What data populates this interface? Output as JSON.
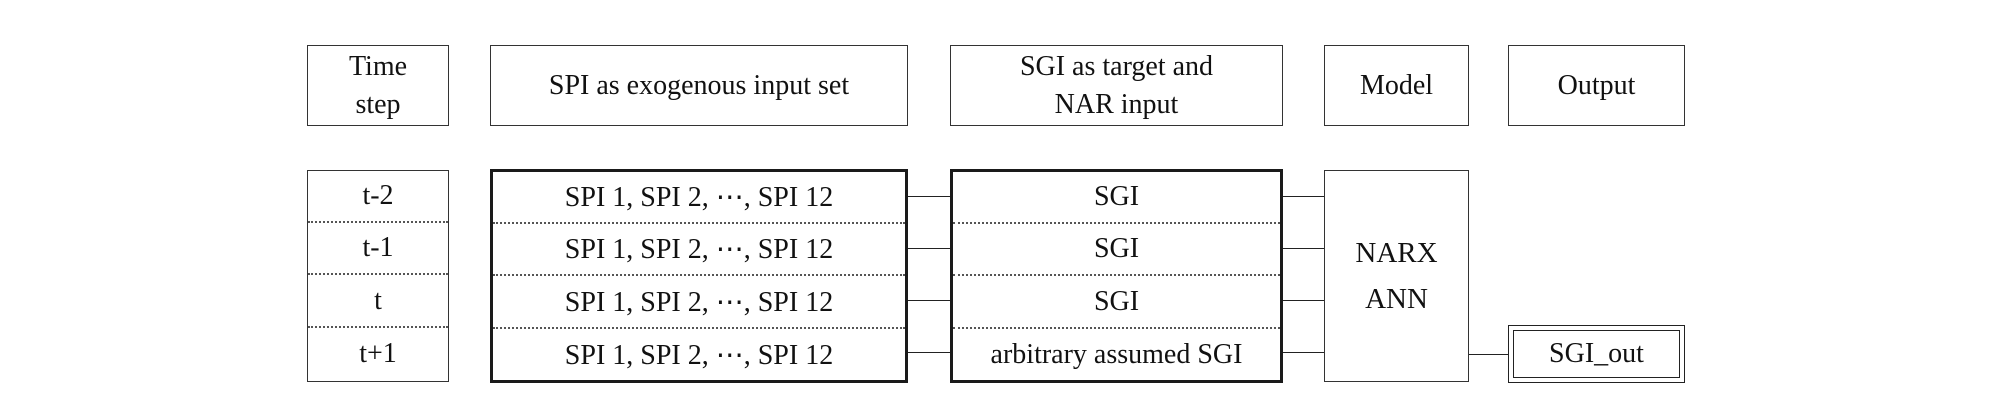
{
  "headers": {
    "time_step": [
      "Time",
      "step"
    ],
    "spi": "SPI as exogenous input set",
    "sgi": [
      "SGI as target and",
      "NAR input"
    ],
    "model": "Model",
    "output": "Output"
  },
  "time_steps": [
    "t-2",
    "t-1",
    "t",
    "t+1"
  ],
  "spi_rows": [
    "SPI 1, SPI 2, ⋯, SPI 12",
    "SPI 1, SPI 2, ⋯, SPI 12",
    "SPI 1, SPI 2, ⋯, SPI 12",
    "SPI 1, SPI 2, ⋯, SPI 12"
  ],
  "sgi_rows": [
    "SGI",
    "SGI",
    "SGI",
    "arbitrary assumed SGI"
  ],
  "model": {
    "line1": "NARX",
    "line2": "ANN"
  },
  "output_value": "SGI_out"
}
